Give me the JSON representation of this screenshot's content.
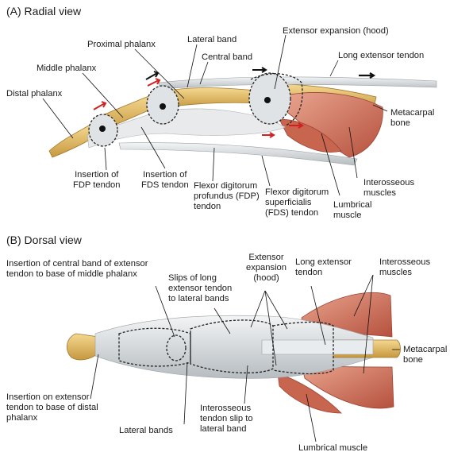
{
  "panel_a": {
    "title": "(A) Radial view",
    "labels": {
      "extensor_expansion": "Extensor expansion (hood)",
      "lateral_band": "Lateral band",
      "central_band": "Central band",
      "proximal_phalanx": "Proximal phalanx",
      "middle_phalanx": "Middle phalanx",
      "long_extensor_tendon": "Long extensor tendon",
      "distal_phalanx": "Distal phalanx",
      "metacarpal_bone": "Metacarpal\nbone",
      "insertion_fdp": "Insertion of\nFDP tendon",
      "insertion_fds": "Insertion of\nFDS tendon",
      "fdp_tendon": "Flexor digitorum\nprofundus (FDP)\ntendon",
      "fds_tendon": "Flexor digitorum\nsuperficialis\n(FDS) tendon",
      "interosseous_muscles": "Interosseous\nmuscles",
      "lumbrical_muscle": "Lumbrical\nmuscle"
    }
  },
  "panel_b": {
    "title": "(B) Dorsal view",
    "labels": {
      "insertion_central_band": "Insertion of central band of extensor\ntendon to base of middle phalanx",
      "extensor_expansion": "Extensor\nexpansion\n(hood)",
      "long_extensor_tendon": "Long extensor\ntendon",
      "interosseous_muscles": "Interosseous\nmuscles",
      "slips_long_extensor": "Slips of long\nextensor tendon\nto lateral bands",
      "metacarpal_bone": "Metacarpal\nbone",
      "insertion_extensor_distal": "Insertion on extensor\ntendon to base of distal\nphalanx",
      "interosseous_slip": "Interosseous\ntendon slip to\nlateral band",
      "lateral_bands": "Lateral bands",
      "lumbrical_muscle": "Lumbrical muscle"
    }
  }
}
